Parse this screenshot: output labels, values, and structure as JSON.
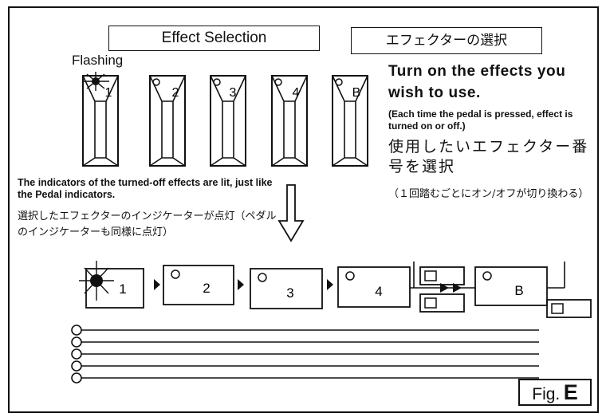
{
  "header": {
    "title_en": "Effect Selection",
    "title_jp": "エフェクターの選択"
  },
  "flashing_label": "Flashing",
  "pedals": [
    {
      "label": "1",
      "state": "flashing"
    },
    {
      "label": "2",
      "state": "lit"
    },
    {
      "label": "3",
      "state": "lit"
    },
    {
      "label": "4",
      "state": "lit"
    },
    {
      "label": "B",
      "state": "lit"
    }
  ],
  "instruction": {
    "main_en": "Turn on the effects you wish to use.",
    "note_en": "(Each time the pedal is pressed, effect is turned on or off.)",
    "main_jp": "使用したいエフェクター番号を選択",
    "note_jp": "（１回踏むごとにオン/オフが切り換わる）"
  },
  "indicator_note": {
    "en": "The indicators of the turned-off effects are lit, just like the Pedal indicators.",
    "jp": "選択したエフェクターのインジケーターが点灯（ペダルのインジケーターも同様に点灯）"
  },
  "chain": {
    "units": [
      {
        "label": "1",
        "state": "flashing"
      },
      {
        "label": "2",
        "state": "lit"
      },
      {
        "label": "3",
        "state": "lit"
      },
      {
        "label": "4",
        "state": "lit"
      },
      {
        "label": "B",
        "state": "lit"
      }
    ],
    "staff_lines": 5
  },
  "figure_label": {
    "prefix": "Fig.",
    "letter": "E"
  }
}
